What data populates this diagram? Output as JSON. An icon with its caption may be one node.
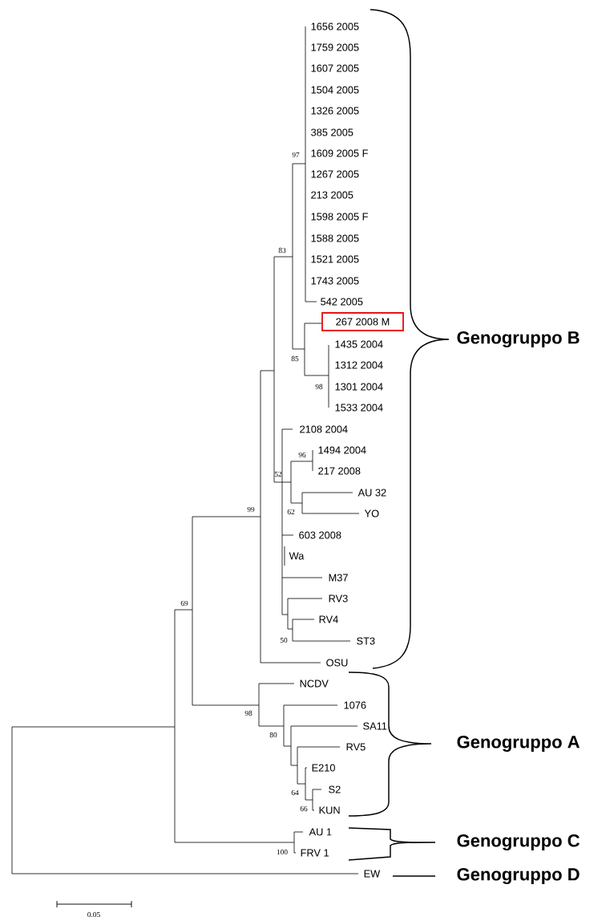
{
  "diagram": {
    "nodes": [
      {
        "text": [
          "267 2008 M"
        ]
      }
    ],
    "labels": [
      "1656 2005",
      "1759 2005",
      "1607 2005",
      "1504 2005",
      "1326 2005",
      "385 2005",
      "97",
      "1609 2005 F",
      "1267 2005",
      "213 2005",
      "1598 2005 F",
      "1588 2005",
      "83",
      "1521 2005",
      "1743 2005",
      "542 2005",
      "1435 2004",
      "Genogruppo B",
      "85",
      "1312 2004",
      "98",
      "1301 2004",
      "1533 2004",
      "2108 2004",
      "96",
      "1494 2004",
      "217 2008",
      "52",
      "AU 32",
      "99",
      "62",
      "YO",
      "603 2008",
      "Wa",
      "M37",
      "RV3",
      "69",
      "RV4",
      "50",
      "ST3",
      "OSU",
      "NCDV",
      "1076",
      "98",
      "SA11",
      "80",
      "Genogruppo A",
      "RV5",
      "E210",
      "64",
      "S2",
      "66",
      "KUN",
      "AU 1",
      "Genogruppo C",
      "100",
      "FRV 1",
      "EW",
      "Genogruppo D",
      "0.05"
    ]
  }
}
